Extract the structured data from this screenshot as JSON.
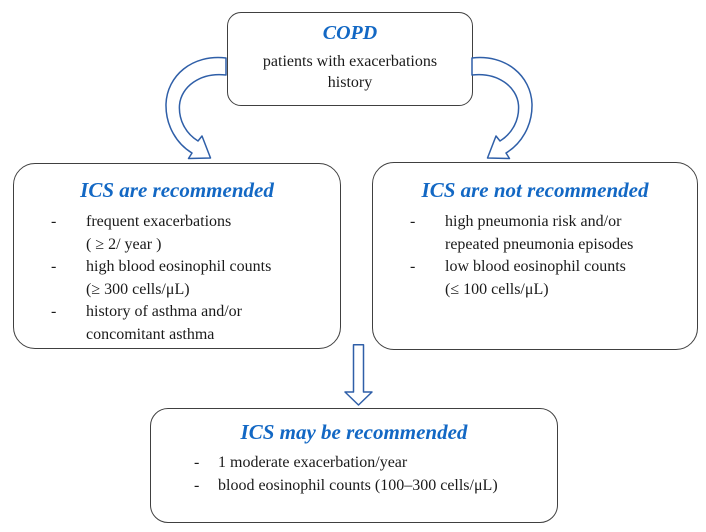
{
  "colors": {
    "title": "#1368C4",
    "arrow": "#2F5FA8",
    "border": "#404040",
    "text": "#1A1A1A",
    "background": "#FFFFFF"
  },
  "bullet": "-",
  "top_box": {
    "title": "COPD",
    "subtitle": "patients with exacerbations history"
  },
  "left_box": {
    "title": "ICS are recommended",
    "items": [
      [
        "frequent exacerbations",
        "( ≥ 2/ year )"
      ],
      [
        "high blood eosinophil counts",
        "(≥ 300 cells/μL)"
      ],
      [
        "history of asthma and/or",
        "concomitant asthma"
      ]
    ]
  },
  "right_box": {
    "title": "ICS are not recommended",
    "items": [
      [
        "high pneumonia risk and/or",
        "repeated pneumonia episodes"
      ],
      [
        "low blood eosinophil counts",
        "(≤ 100 cells/μL)"
      ]
    ]
  },
  "bottom_box": {
    "title": "ICS may be recommended",
    "items": [
      [
        "1 moderate exacerbation/year"
      ],
      [
        "blood eosinophil counts (100–300 cells/μL)"
      ]
    ]
  }
}
